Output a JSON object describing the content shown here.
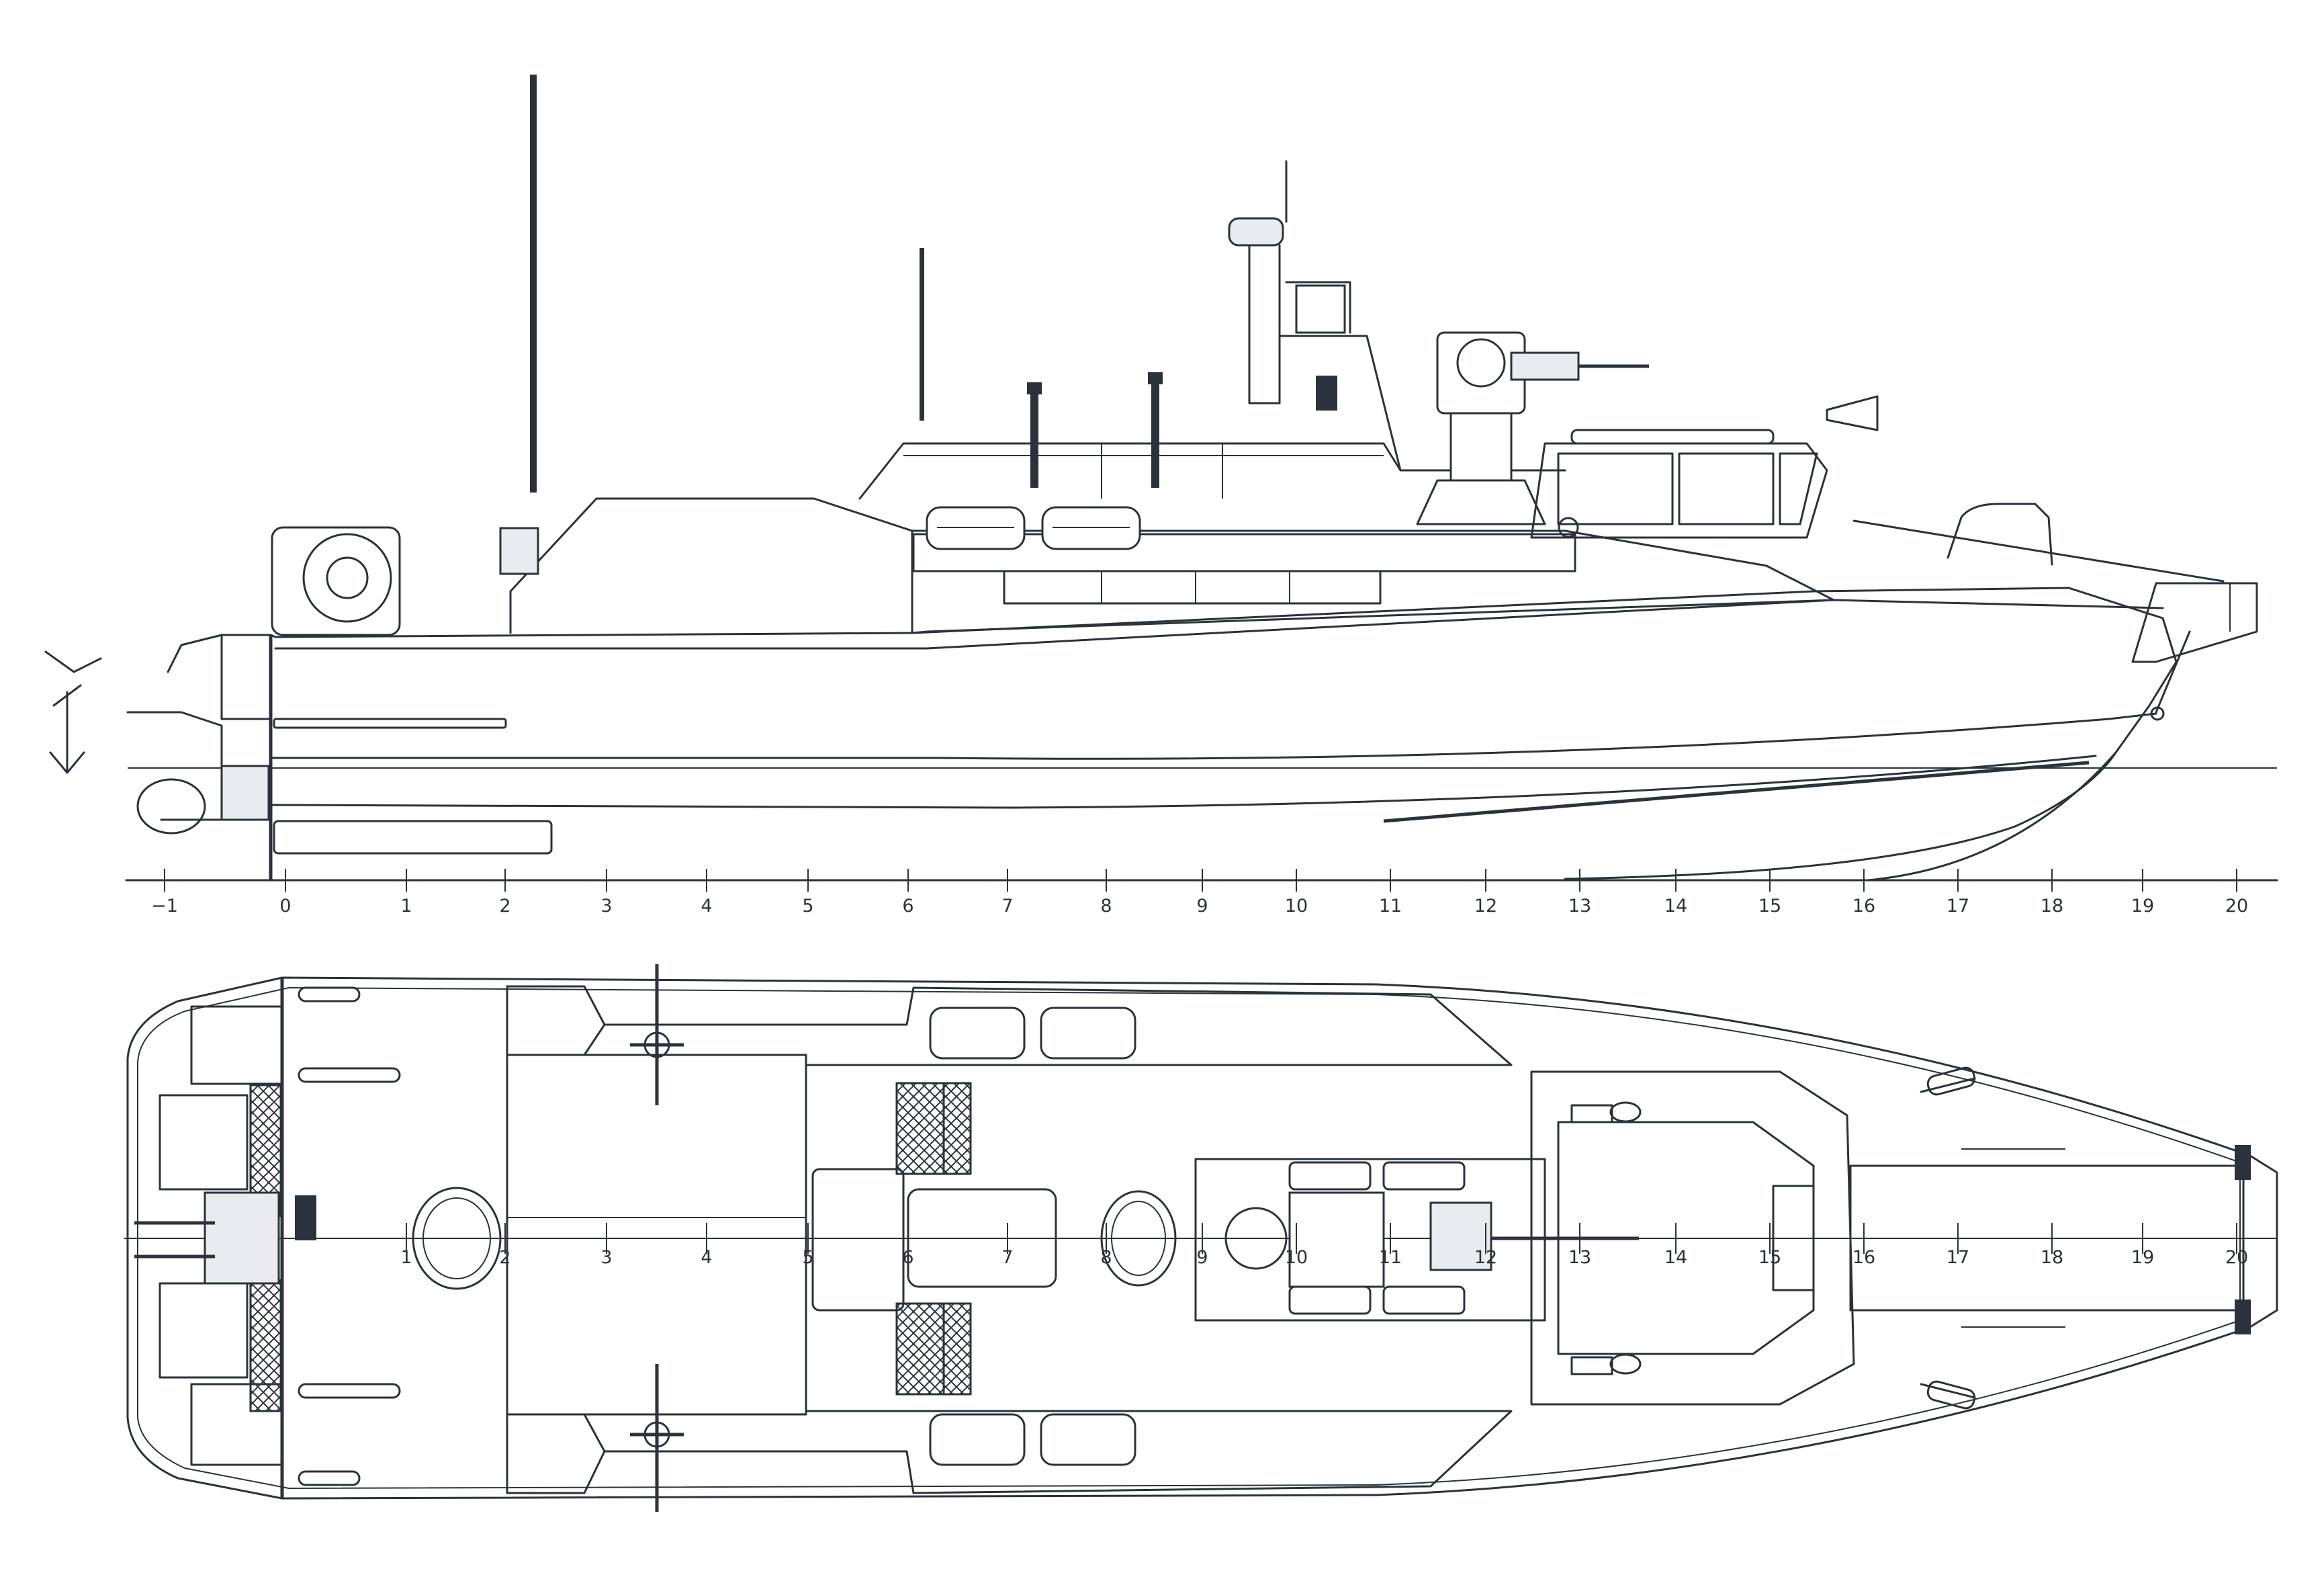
{
  "drawing": {
    "line_color": "#2b323b",
    "background": "#ffffff"
  },
  "profile_view": {
    "scale_labels": [
      "−1",
      "0",
      "1",
      "2",
      "3",
      "4",
      "5",
      "6",
      "7",
      "8",
      "9",
      "10",
      "11",
      "12",
      "13",
      "14",
      "15",
      "16",
      "17",
      "18",
      "19",
      "20"
    ]
  },
  "plan_view": {
    "frame_labels": [
      "1",
      "2",
      "3",
      "4",
      "5",
      "6",
      "7",
      "8",
      "9",
      "10",
      "11",
      "12",
      "13",
      "14",
      "15",
      "16",
      "17",
      "18",
      "19",
      "20"
    ]
  }
}
